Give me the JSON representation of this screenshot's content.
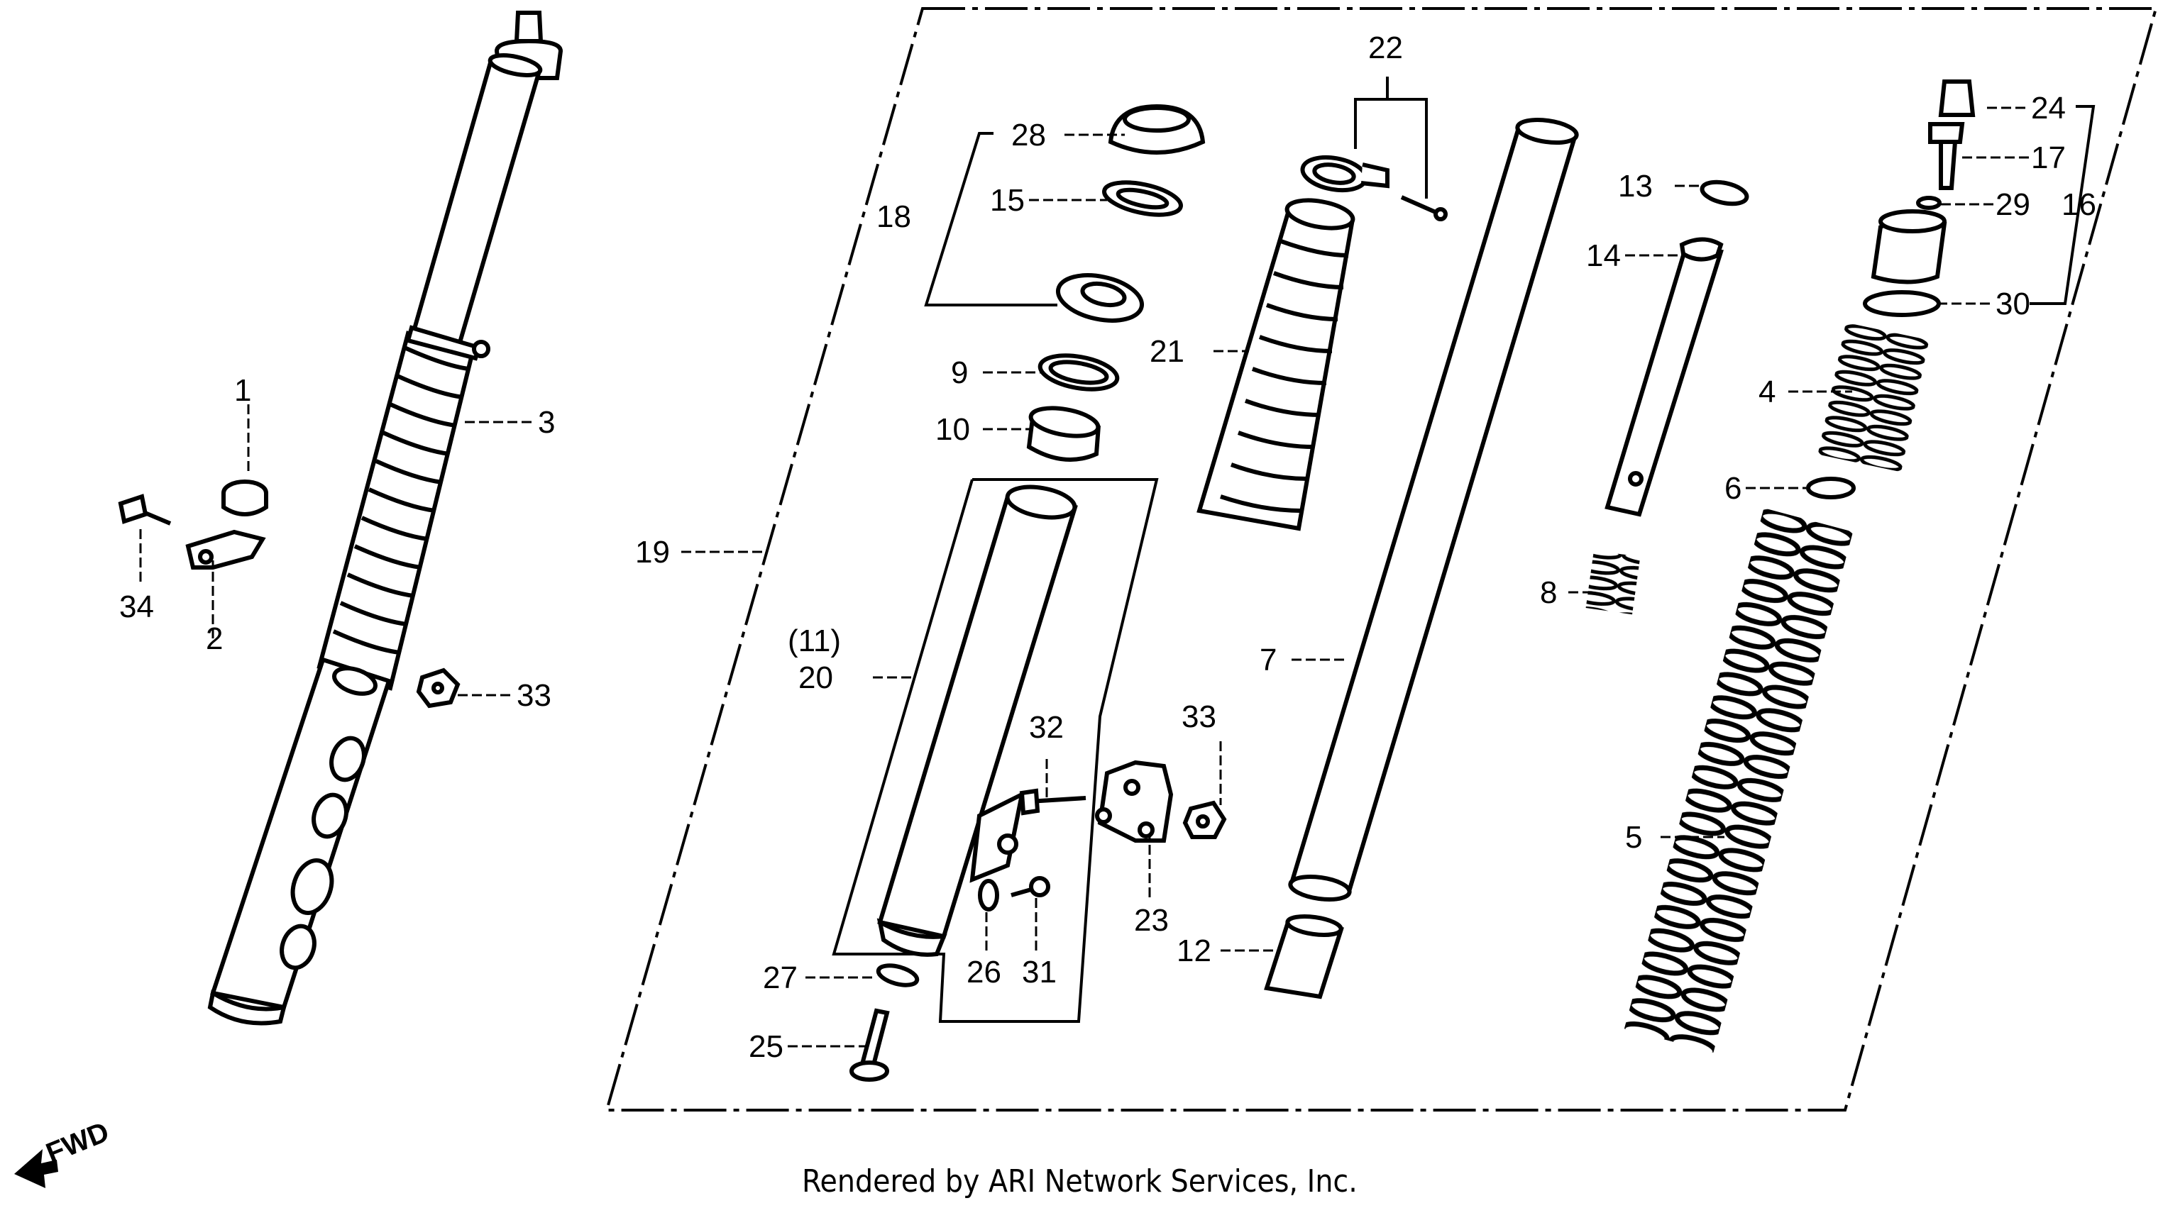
{
  "diagram": {
    "footer": "Rendered by ARI Network Services, Inc.",
    "fwd_label": "FWD",
    "part_numbers": {
      "p1": "1",
      "p2": "2",
      "p3": "3",
      "p4": "4",
      "p5": "5",
      "p6": "6",
      "p7": "7",
      "p8": "8",
      "p9": "9",
      "p10": "10",
      "p11": "(11)",
      "p12": "12",
      "p13": "13",
      "p14": "14",
      "p15": "15",
      "p16": "16",
      "p17": "17",
      "p18": "18",
      "p19": "19",
      "p20": "20",
      "p21": "21",
      "p22": "22",
      "p23": "23",
      "p24": "24",
      "p25": "25",
      "p26": "26",
      "p27": "27",
      "p28": "28",
      "p29": "29",
      "p30": "30",
      "p31": "31",
      "p32": "32",
      "p33a": "33",
      "p33b": "33",
      "p34": "34"
    }
  }
}
